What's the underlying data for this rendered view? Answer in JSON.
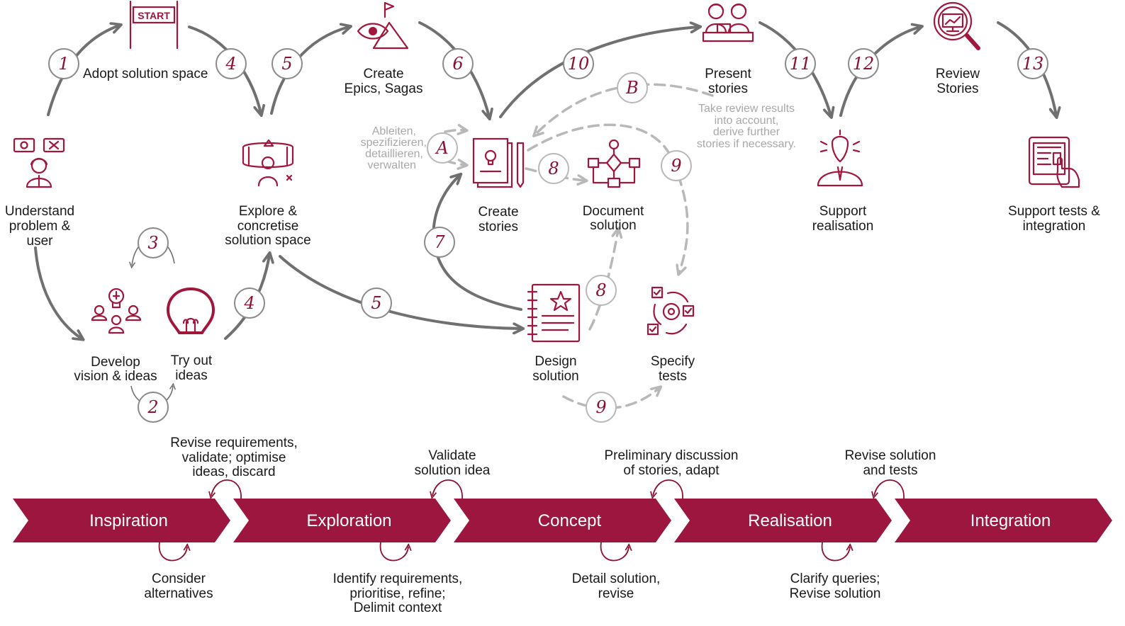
{
  "colors": {
    "accent": "#a3163c",
    "chevron": "#9c1640",
    "arrow": "#707070",
    "arrow_dashed": "#b8b8b8",
    "text": "#1a1a1a",
    "text_grey": "#a8a8a8"
  },
  "nodes": {
    "understand": {
      "l1": "Understand",
      "l2": "problem &",
      "l3": "user",
      "icon": "chat-person-icon"
    },
    "start": {
      "flag": "START",
      "icon": "start-banner-icon"
    },
    "adopt": {
      "label": "Adopt solution space"
    },
    "explore": {
      "l1": "Explore &",
      "l2": "concretise",
      "l3": "solution space",
      "icon": "vr-headset-icon"
    },
    "develop": {
      "l1": "Develop",
      "l2": "vision & ideas",
      "icon": "idea-team-icon"
    },
    "tryout": {
      "l1": "Try out",
      "l2": "ideas",
      "icon": "lightbulb-icon"
    },
    "epics": {
      "l1": "Create",
      "l2": "Epics, Sagas",
      "icon": "eye-mountain-flag-icon"
    },
    "stories": {
      "l1": "Create",
      "l2": "stories",
      "icon": "story-documents-icon"
    },
    "document": {
      "l1": "Document",
      "l2": "solution",
      "icon": "flowchart-icon"
    },
    "design": {
      "l1": "Design",
      "l2": "solution",
      "icon": "notebook-star-icon"
    },
    "specify": {
      "l1": "Specify",
      "l2": "tests",
      "icon": "checklist-gear-icon"
    },
    "present": {
      "l1": "Present",
      "l2": "stories",
      "icon": "presenters-icon"
    },
    "support_real": {
      "l1": "Support",
      "l2": "realisation",
      "icon": "thinking-person-icon"
    },
    "review": {
      "l1": "Review",
      "l2": "Stories",
      "icon": "magnifier-screen-icon"
    },
    "support_tests": {
      "l1": "Support tests &",
      "l2": "integration",
      "icon": "tablet-touch-icon"
    }
  },
  "grey_notes": {
    "derive": [
      "Ableiten,",
      "spezifizieren,",
      "detaillieren,",
      "verwalten"
    ],
    "review": [
      "Take review results",
      "into account,",
      "derive further",
      "stories if necessary."
    ]
  },
  "step_numbers": [
    "1",
    "2",
    "3",
    "4",
    "4",
    "5",
    "5",
    "6",
    "7",
    "8",
    "8",
    "9",
    "9",
    "10",
    "11",
    "12",
    "13",
    "A",
    "B"
  ],
  "stages": [
    "Inspiration",
    "Exploration",
    "Concept",
    "Realisation",
    "Integration"
  ],
  "loop_notes_top": {
    "exploration": [
      "Revise requirements,",
      "validate; optimise",
      "ideas, discard"
    ],
    "concept": [
      "Validate",
      "solution idea"
    ],
    "realisation": [
      "Preliminary discussion",
      "of stories, adapt"
    ],
    "integration": [
      "Revise solution",
      "and tests"
    ]
  },
  "loop_notes_bottom": {
    "inspiration": [
      "Consider",
      "alternatives"
    ],
    "exploration": [
      "Identify requirements,",
      "prioritise, refine;",
      "Delimit context"
    ],
    "concept": [
      "Detail solution,",
      "revise"
    ],
    "realisation": [
      "Clarify queries;",
      "Revise solution"
    ]
  }
}
